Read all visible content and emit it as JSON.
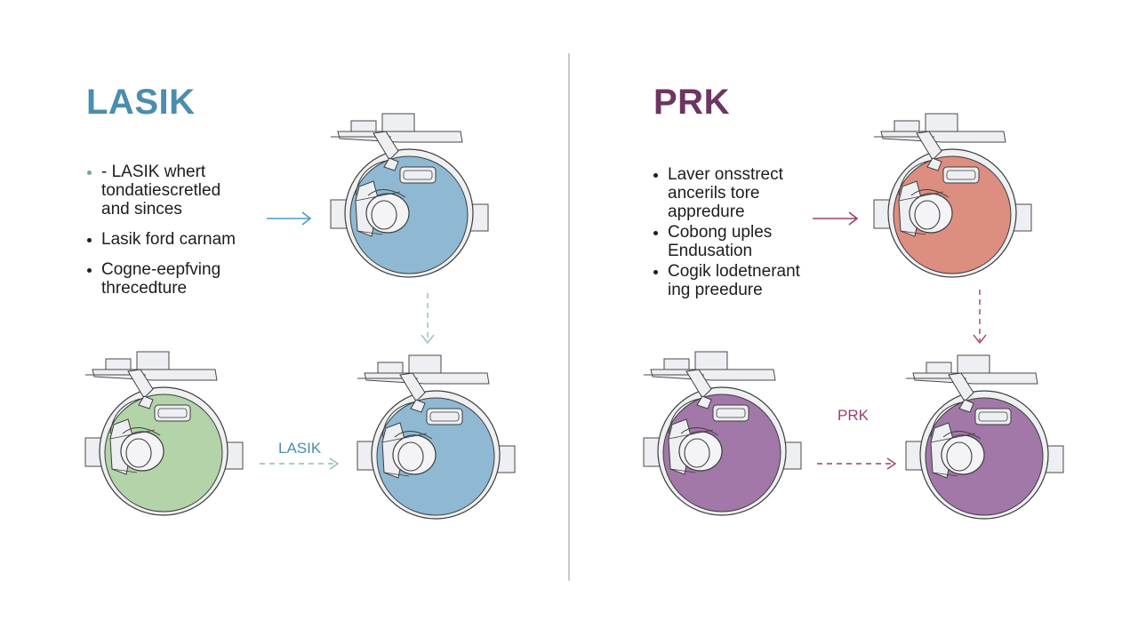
{
  "lasik": {
    "title": "LASIK",
    "bullets": [
      "- LASIK whert\ntondatiescretled\nand sinces",
      "Lasik ford carnam",
      "Cogne-eepfving\nthrecedture"
    ],
    "flow_label": "LASIK",
    "colors": {
      "title": "#4a8db0",
      "eye_blue": "#8fb9d3",
      "eye_green": "#b3d3a9",
      "arrow": "#4a9cbf",
      "dashed_arrow": "#8cc1a8"
    }
  },
  "prk": {
    "title": "PRK",
    "bullets": [
      "Laver onsstrect\nancerils tore\nappredure",
      "Cobong uples\nEndusation",
      "Cogik lodetnerant\ning preedure"
    ],
    "flow_label": "PRK",
    "colors": {
      "title": "#6e3463",
      "eye_red": "#dc8e80",
      "eye_purple": "#a178a8",
      "arrow": "#9b3f6c"
    }
  }
}
